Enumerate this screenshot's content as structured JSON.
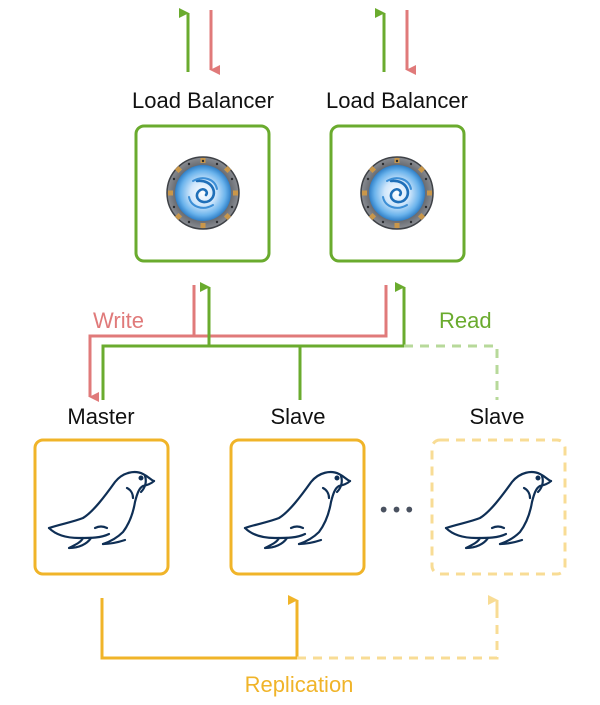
{
  "nodes": {
    "load_balancer_1": {
      "label": "Load Balancer",
      "icon": "portal-icon"
    },
    "load_balancer_2": {
      "label": "Load Balancer",
      "icon": "portal-icon"
    },
    "master": {
      "label": "Master",
      "icon": "mariadb-seal-icon"
    },
    "slave_1": {
      "label": "Slave",
      "icon": "mariadb-seal-icon"
    },
    "slave_2": {
      "label": "Slave",
      "icon": "mariadb-seal-icon",
      "style": "dashed"
    }
  },
  "edges": {
    "write": {
      "label": "Write",
      "color": "#e07a7a"
    },
    "read": {
      "label": "Read",
      "color": "#6aab2e"
    },
    "replication": {
      "label": "Replication",
      "color": "#f0b429"
    }
  },
  "ellipsis": "•••",
  "colors": {
    "lb_border": "#6aab2e",
    "db_border": "#f0b429",
    "db_border_faded": "#f8dc95",
    "read_faded": "#b7d99a",
    "seal": "#0f2f55",
    "dots": "#4a5260"
  }
}
